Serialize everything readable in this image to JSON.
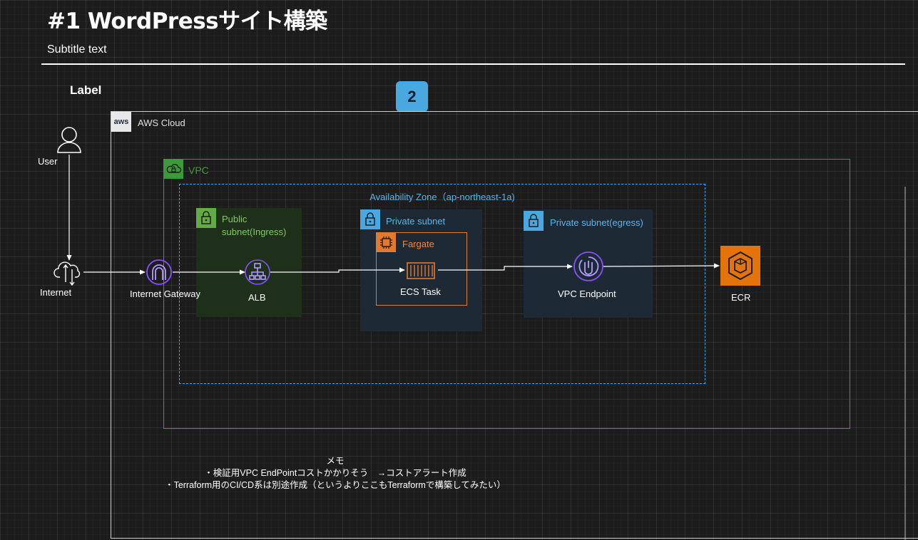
{
  "header": {
    "title": "#1 WordPressサイト構築",
    "subtitle": "Subtitle text",
    "label": "Label",
    "badge": "2"
  },
  "groups": {
    "aws_cloud": {
      "logo": "aws",
      "label": "AWS Cloud"
    },
    "vpc": {
      "label": "VPC"
    },
    "availability_zone": {
      "label": "Availability Zone（ap-northeast-1a)"
    },
    "public_subnet": {
      "label_line1": "Public",
      "label_line2": "subnet(Ingress)"
    },
    "private_subnet": {
      "label": "Private subnet"
    },
    "fargate": {
      "label": "Fargate"
    },
    "private_subnet_egress": {
      "label": "Private subnet(egress)"
    }
  },
  "nodes": {
    "user": {
      "label": "User",
      "icon": "user-icon"
    },
    "internet": {
      "label": "Internet",
      "icon": "internet-icon"
    },
    "internet_gateway": {
      "label": "Internet Gateway",
      "icon": "internet-gateway-icon"
    },
    "alb": {
      "label": "ALB",
      "icon": "alb-icon"
    },
    "ecs_task": {
      "label": "ECS Task",
      "icon": "ecs-task-icon"
    },
    "vpc_endpoint": {
      "label": "VPC Endpoint",
      "icon": "vpc-endpoint-icon"
    },
    "ecr": {
      "label": "ECR",
      "icon": "ecr-icon"
    }
  },
  "memo": {
    "heading": "メモ",
    "lines": [
      "・検証用VPC EndPointコストかかりそう　→コストアラート作成",
      "・Terraform用のCI/CD系は別途作成（というよりここもTerraformで構築してみたい）"
    ]
  },
  "colors": {
    "background": "#1c1c1c",
    "vpc_green": "#3c9a3c",
    "subnet_public": "#62ab47",
    "subnet_private": "#4aa8e0",
    "fargate_orange": "#e27a2e",
    "ecr_orange": "#e3730b",
    "alb_purple": "#8c4fff"
  }
}
